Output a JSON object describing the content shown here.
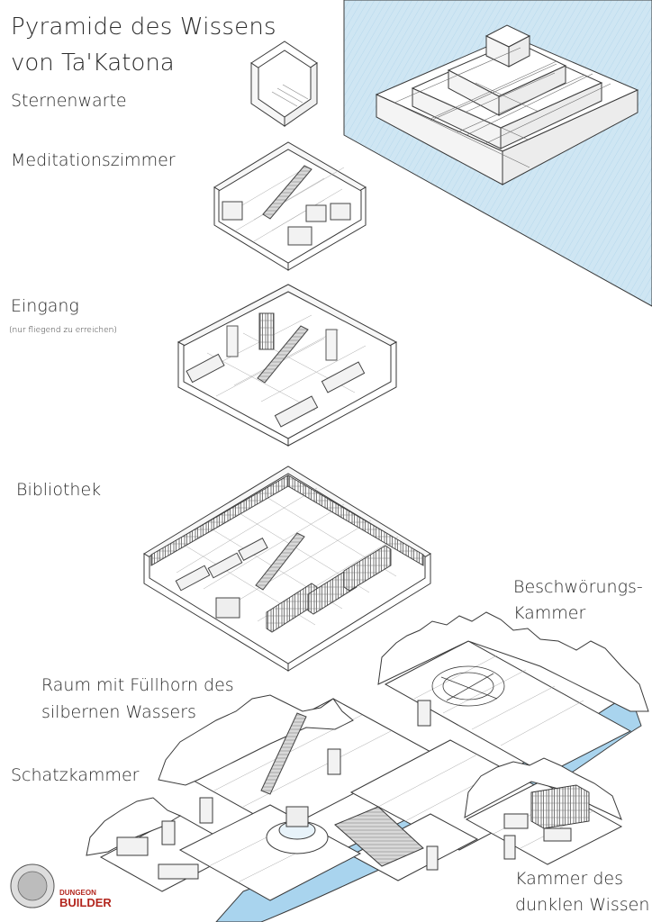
{
  "title": {
    "line1": "Pyramide des Wissens",
    "line2": "von Ta'Katona"
  },
  "levels": {
    "sternenwarte": "Sternenwarte",
    "meditation": "Meditationszimmer",
    "eingang": "Eingang",
    "eingang_note": "(nur fliegend zu erreichen)",
    "bibliothek": "Bibliothek",
    "beschwoerung_1": "Beschwörungs-",
    "beschwoerung_2": "Kammer",
    "raum_1": "Raum mit Füllhorn des",
    "raum_2": "silbernen Wassers",
    "schatzkammer": "Schatzkammer",
    "kammer_1": "Kammer des",
    "kammer_2": "dunklen Wissen"
  },
  "logo": {
    "line1": "DUNGEON",
    "line2": "BUILDER"
  },
  "colors": {
    "water": "#cfe6f3",
    "river": "#a9d4ee",
    "line": "#3a3a3a",
    "logo_red": "#b3261e"
  }
}
